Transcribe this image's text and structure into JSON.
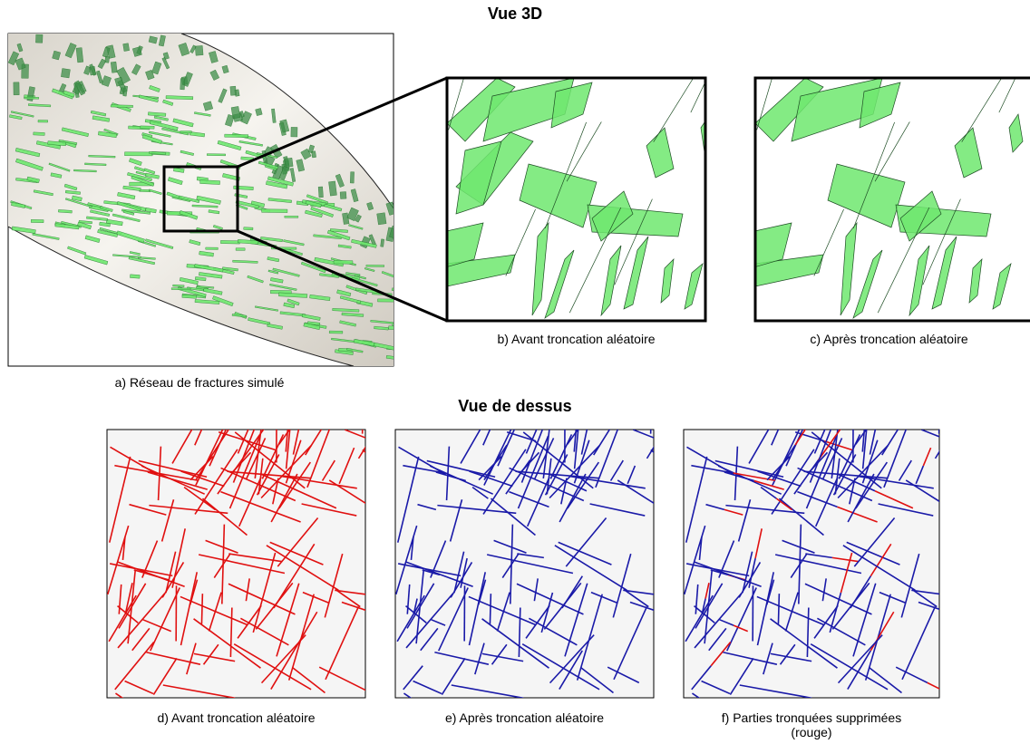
{
  "titles": {
    "view3d": "Vue 3D",
    "top_view": "Vue de dessus"
  },
  "captions": {
    "a": "a) Réseau de fractures simulé",
    "b": "b) Avant troncation aléatoire",
    "c": "c) Après troncation aléatoire",
    "d": "d) Avant troncation aléatoire",
    "e": "e) Après troncation aléatoire",
    "f_line1": "f) Parties tronquées supprimées",
    "f_line2": "(rouge)"
  },
  "colors": {
    "fracture_green": "#6ee86e",
    "fracture_green_dark": "#3f8f4a",
    "surface": "#e9e6df",
    "before": "#e01010",
    "after": "#1a1aa8",
    "removed": "#e01010",
    "panel_bg": "#f5f5f5"
  }
}
